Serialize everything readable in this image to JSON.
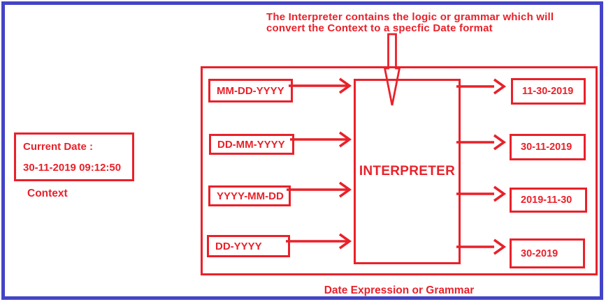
{
  "colors": {
    "red": "#e9212a",
    "blue": "#4444c8"
  },
  "caption": {
    "line1": "The Interpreter contains the logic or grammar which will",
    "line2": "convert the Context to a specfic Date format"
  },
  "context": {
    "title": "Current Date :",
    "value": "30-11-2019 09:12:50",
    "label": "Context"
  },
  "interpreter": {
    "label": "INTERPRETER"
  },
  "inputs": [
    "MM-DD-YYYY",
    "DD-MM-YYYY",
    "YYYY-MM-DD",
    "DD-YYYY"
  ],
  "outputs": [
    "11-30-2019",
    "30-11-2019",
    "2019-11-30",
    "30-2019"
  ],
  "footer": {
    "label": "Date Expression or Grammar"
  }
}
